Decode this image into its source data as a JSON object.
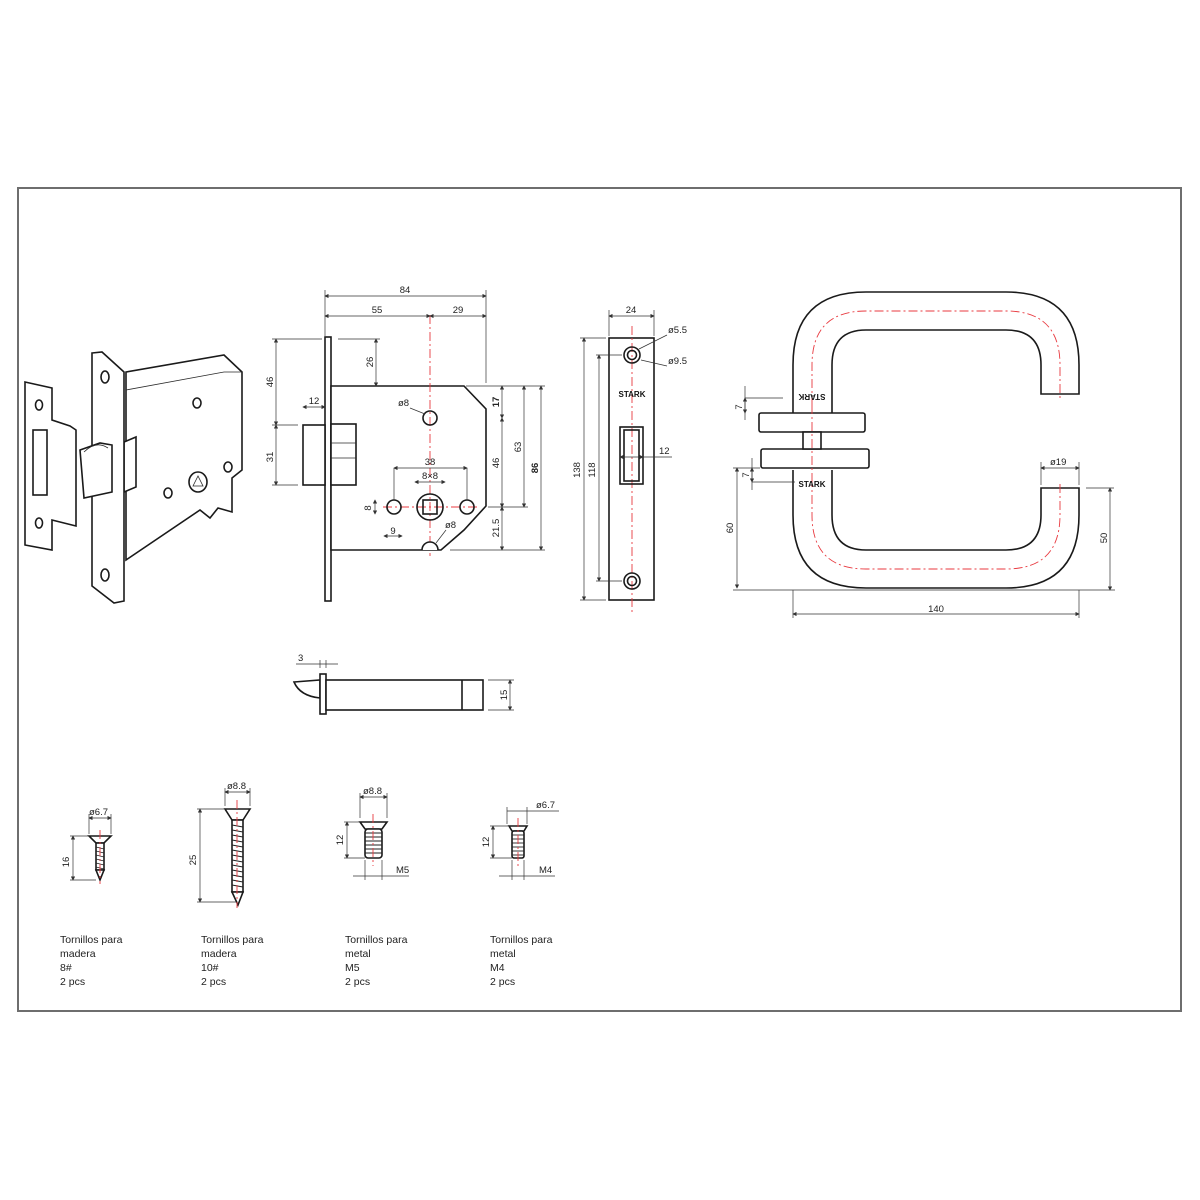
{
  "drawing": {
    "brand_mark": "STARK",
    "brand_mark_mirrored": "STARK",
    "colors": {
      "outline": "#1a1a1a",
      "centerline": "#e8393f",
      "frame": "#6e6e6e"
    }
  },
  "lock_body": {
    "width_total": "84",
    "backset": "55",
    "front_to_handle": "29",
    "top_to_case": "26",
    "front_to_latch": "46",
    "latch_protrusion": "12",
    "latch_height": "31",
    "hole_dia_top": "ø8",
    "hole_spacing": "38",
    "spindle": "8×8",
    "hole_dia_side": "8",
    "hole_offset": "9",
    "hole_dia_bottom": "ø8",
    "dim_17": "17",
    "dim_46": "46",
    "dim_63": "63",
    "dim_86": "86",
    "dim_21_5": "21.5"
  },
  "faceplate": {
    "width": "24",
    "screw_hole_small": "ø5.5",
    "screw_hole_large": "ø9.5",
    "total_height": "138",
    "hole_spacing": "118",
    "latch_slot_width": "12"
  },
  "handle": {
    "rose_thickness_top": "7",
    "rose_thickness_bottom": "7",
    "bar_diameter": "ø19",
    "projection": "60",
    "grip_height": "50",
    "length": "140"
  },
  "latch_bolt": {
    "flange": "3",
    "height": "15"
  },
  "screws": [
    {
      "head_dia": "ø6.7",
      "length": "16",
      "thread": "",
      "caption": [
        "Tornillos para",
        "madera",
        "8#",
        "2 pcs"
      ]
    },
    {
      "head_dia": "ø8.8",
      "length": "25",
      "thread": "",
      "caption": [
        "Tornillos para",
        "madera",
        "10#",
        "2 pcs"
      ]
    },
    {
      "head_dia": "ø8.8",
      "length": "12",
      "thread": "M5",
      "caption": [
        "Tornillos para",
        "metal",
        "M5",
        "2 pcs"
      ]
    },
    {
      "head_dia": "ø6.7",
      "length": "12",
      "thread": "M4",
      "caption": [
        "Tornillos para",
        "metal",
        "M4",
        "2 pcs"
      ]
    }
  ]
}
